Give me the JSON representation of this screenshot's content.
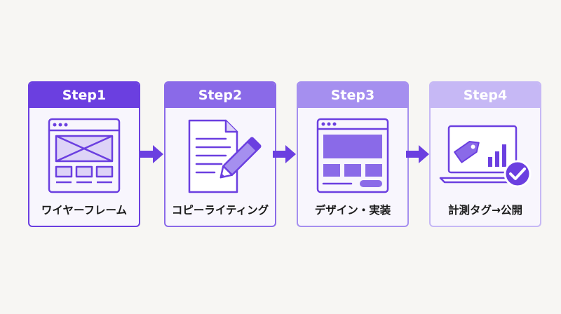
{
  "colors": {
    "step1": "#6b3fe0",
    "step2": "#8a6ae8",
    "step3": "#a58fef",
    "step4": "#c6b8f5",
    "arrow": "#6b3fe0",
    "background": "#f7f6f3",
    "card_fill": "#f8f6fd"
  },
  "steps": [
    {
      "title": "Step1",
      "label": "ワイヤーフレーム",
      "icon": "wireframe-icon"
    },
    {
      "title": "Step2",
      "label": "コピーライティング",
      "icon": "document-pencil-icon"
    },
    {
      "title": "Step3",
      "label": "デザイン・実装",
      "icon": "design-layout-icon"
    },
    {
      "title": "Step4",
      "label": "計測タグ→公開",
      "icon": "laptop-tag-check-icon"
    }
  ]
}
